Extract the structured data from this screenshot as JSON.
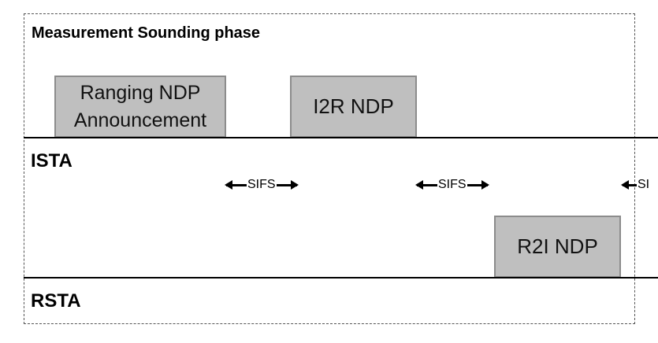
{
  "phase": {
    "title": "Measurement Sounding phase"
  },
  "rows": {
    "ista": "ISTA",
    "rsta": "RSTA"
  },
  "frames": {
    "ranging_ndp_announcement": {
      "line1": "Ranging NDP",
      "line2": "Announcement"
    },
    "i2r_ndp": "I2R NDP",
    "r2i_ndp": "R2I NDP"
  },
  "sifs": {
    "label": "SIFS",
    "partial_label": "SI"
  },
  "colors": {
    "frame_fill": "#bfbfbf",
    "frame_border": "#8c8c8c",
    "line": "#000000"
  }
}
